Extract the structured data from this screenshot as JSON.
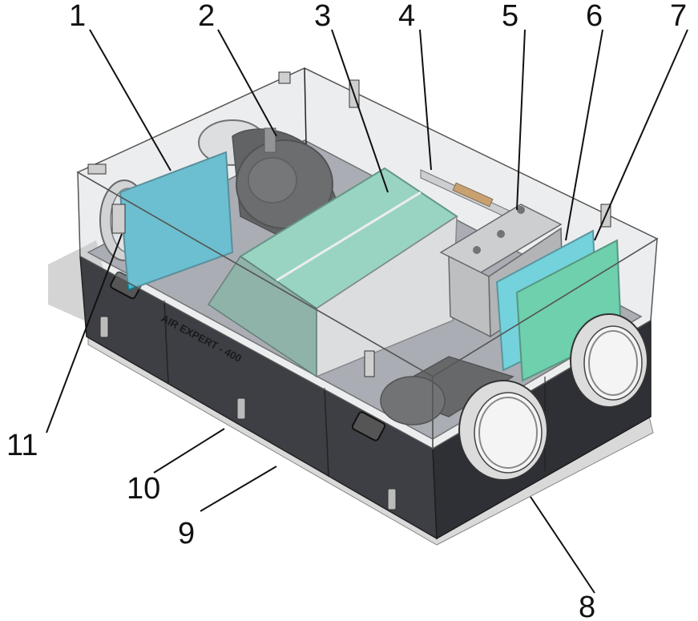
{
  "figure": {
    "labels": [
      "1",
      "2",
      "3",
      "4",
      "5",
      "6",
      "7",
      "8",
      "9",
      "10",
      "11"
    ],
    "housing_text": "AIR EXPERT - 400",
    "colors": {
      "filter_blue": "#3bb8cf",
      "filter_cyan": "#46d6e0",
      "filter_green": "#3ed39a",
      "exchanger_green": "#7fd9b8",
      "housing_dark": "#3d3f44",
      "cover_glass": "#c9ccd2"
    }
  }
}
